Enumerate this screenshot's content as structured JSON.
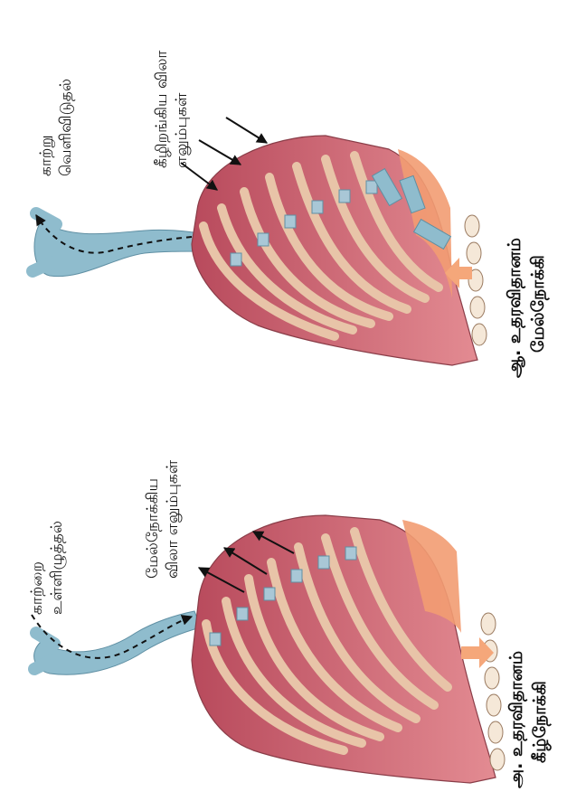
{
  "panel_a": {
    "caption_letter": "அ.",
    "caption_line1": "உதரவிதானம்",
    "caption_line2": "கீழ்நோக்கி",
    "air_label_line1": "காற்றை",
    "air_label_line2": "உள்ளிழுத்தல்",
    "ribs_label_line1": "மேல்நோக்கிய",
    "ribs_label_line2": "விலா எலும்புகள்"
  },
  "panel_b": {
    "caption_letter": "ஆ.",
    "caption_line1": "உதரவிதானம்",
    "caption_line2": "மேல்நோக்கி",
    "air_label_line1": "காற்று",
    "air_label_line2": "வெளிவிடுதல்",
    "ribs_label_line1": "கீழிறங்கிய விலா",
    "ribs_label_line2": "எலும்புகள்"
  },
  "colors": {
    "rib": "#e8c4a8",
    "muscle": "#c8606e",
    "diaphragm": "#d9707c",
    "trachea": "#8fbccd",
    "spine": "#f29c72",
    "arrow_orange": "#f5a77a"
  },
  "illustration": {
    "panel_a": "rib-cage-illustration",
    "panel_b": "rib-cage-illustration"
  }
}
